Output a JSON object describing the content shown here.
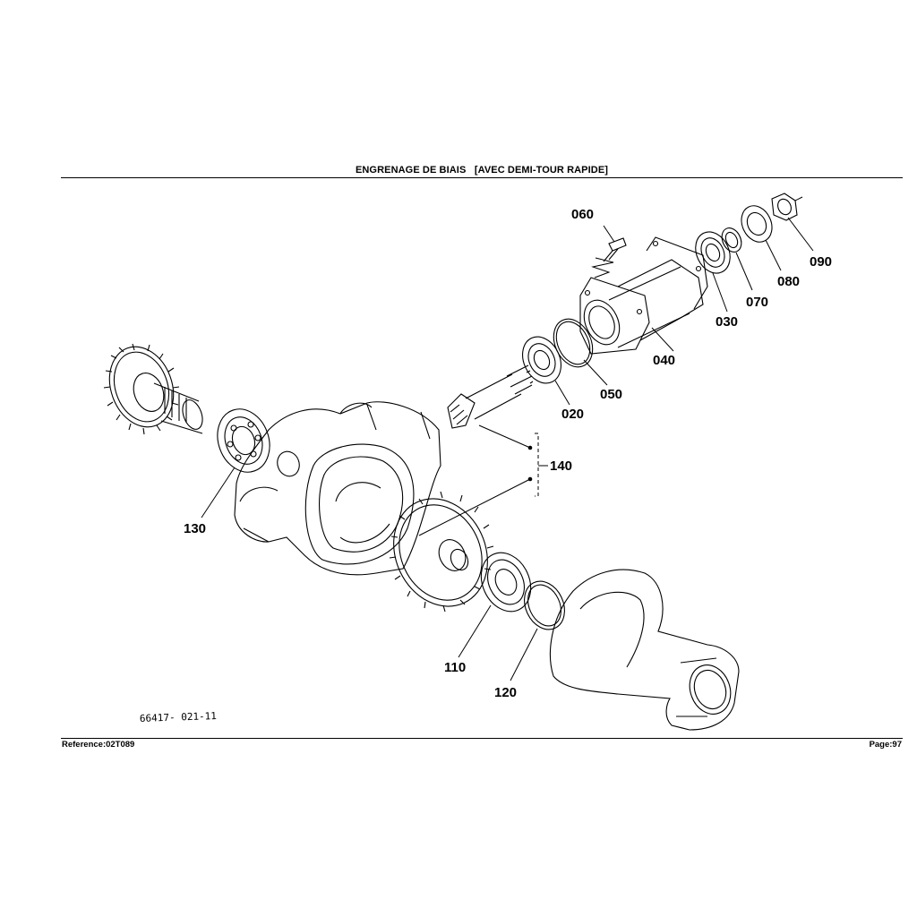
{
  "header": {
    "title": "ENGRENAGE DE BIAIS   [AVEC DEMI-TOUR RAPIDE]"
  },
  "footer": {
    "reference": "Reference:02T089",
    "page": "Page:97"
  },
  "drawing_number": "66417- 021-11",
  "callouts": {
    "p020": "020",
    "p030": "030",
    "p040": "040",
    "p050": "050",
    "p060": "060",
    "p070": "070",
    "p080": "080",
    "p090": "090",
    "p110": "110",
    "p120": "120",
    "p130": "130",
    "p140": "140"
  }
}
